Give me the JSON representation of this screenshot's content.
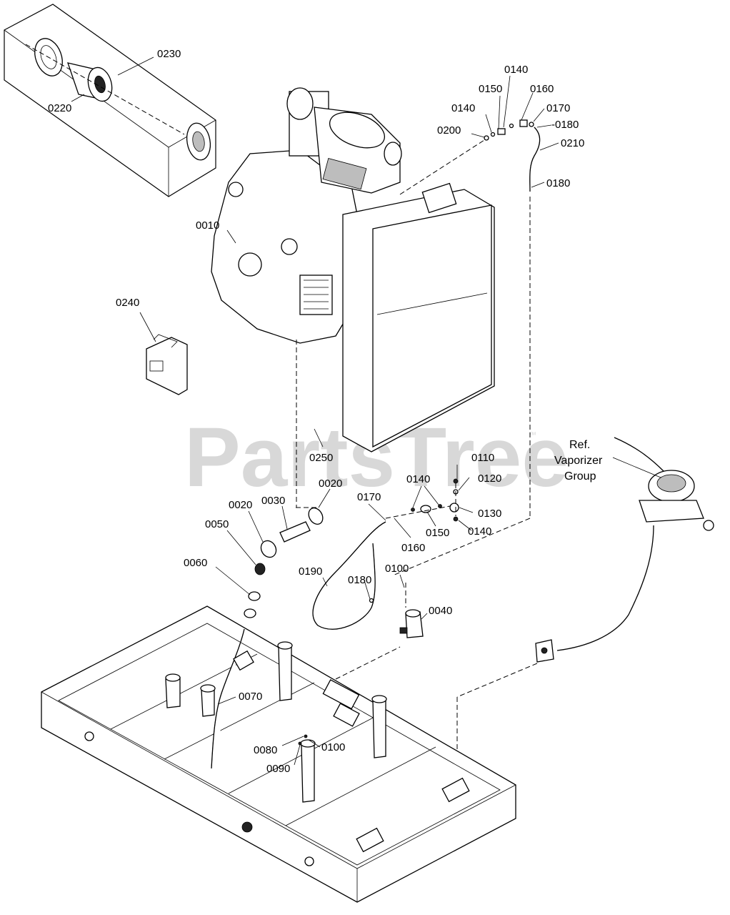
{
  "watermark": {
    "text": "PartsTree",
    "mark": "™"
  },
  "reference_label": {
    "line1": "Ref.",
    "line2": "Vaporizer",
    "line3": "Group"
  },
  "callouts": {
    "c0230": "0230",
    "c0220": "0220",
    "c0010": "0010",
    "c0240": "0240",
    "c0140_top": "0140",
    "c0150_top": "0150",
    "c0160_top": "0160",
    "c0140_top2": "0140",
    "c0170_top": "0170",
    "c0180_top": "-0180",
    "c0200": "0200",
    "c0210": "0210",
    "c0180_mid": "0180",
    "c0250": "0250",
    "c0020_a": "0020",
    "c0020_b": "0020",
    "c0030": "0030",
    "c0050": "0050",
    "c0060": "0060",
    "c0170_mid": "0170",
    "c0140_mid": "0140",
    "c0110": "0110",
    "c0120": "0120",
    "c0130": "0130",
    "c0150_mid": "0150",
    "c0140_mid2": "0140",
    "c0160_mid": "0160",
    "c0190": "0190",
    "c0180_low": "0180",
    "c0100_a": "0100",
    "c0040": "0040",
    "c0070": "0070",
    "c0080": "0080",
    "c0100_b": "0100",
    "c0090": "0090"
  }
}
